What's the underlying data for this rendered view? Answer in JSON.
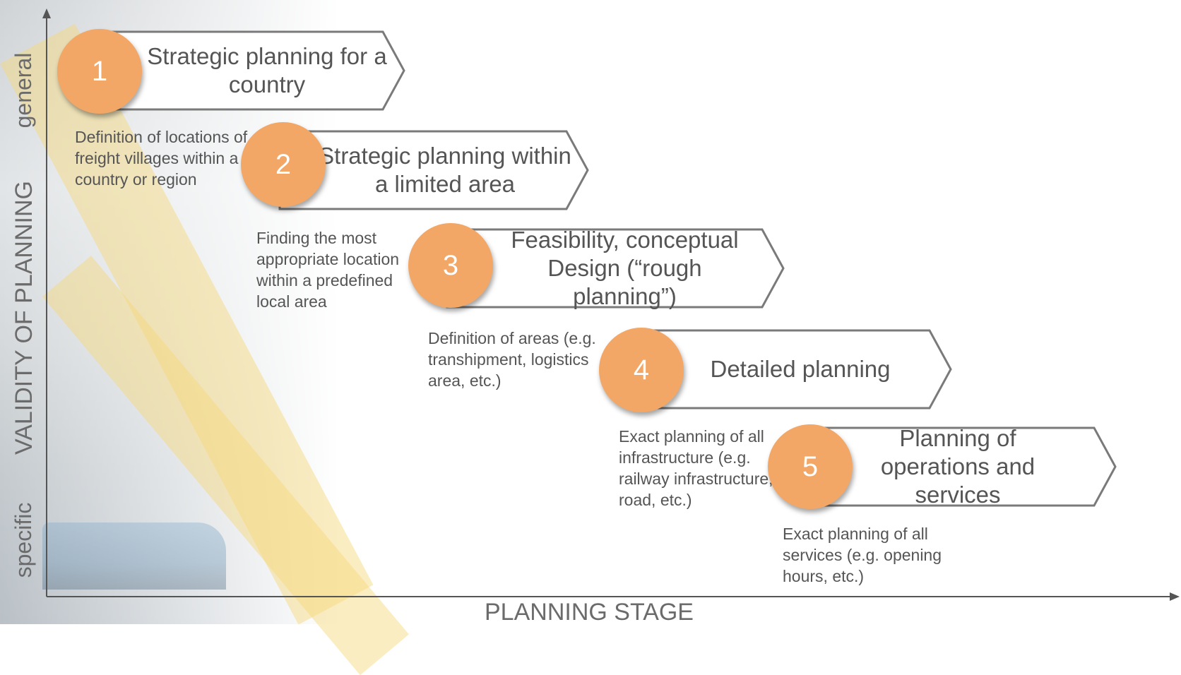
{
  "axes": {
    "y_label": "VALIDITY OF PLANNING",
    "y_top": "general",
    "y_bottom": "specific",
    "x_label": "PLANNING STAGE"
  },
  "steps": [
    {
      "number": "1",
      "title": "Strategic planning for a country",
      "description": "Definition of locations of freight villages within a country or region"
    },
    {
      "number": "2",
      "title": "Strategic planning within a limited area",
      "description": "Finding the most appropriate location within a predefined local area"
    },
    {
      "number": "3",
      "title": "Feasibility, conceptual Design (“rough planning”)",
      "description": "Definition of areas (e.g. transhipment, logistics area, etc.)"
    },
    {
      "number": "4",
      "title": "Detailed planning",
      "description": "Exact planning of all infrastructure (e.g. railway infrastructure, road, etc.)"
    },
    {
      "number": "5",
      "title": "Planning of operations and services",
      "description": "Exact planning of all services (e.g. opening hours, etc.)"
    }
  ],
  "colors": {
    "circle": "#f2a766",
    "chevron_stroke": "#7a7a7a",
    "text": "#555555"
  }
}
